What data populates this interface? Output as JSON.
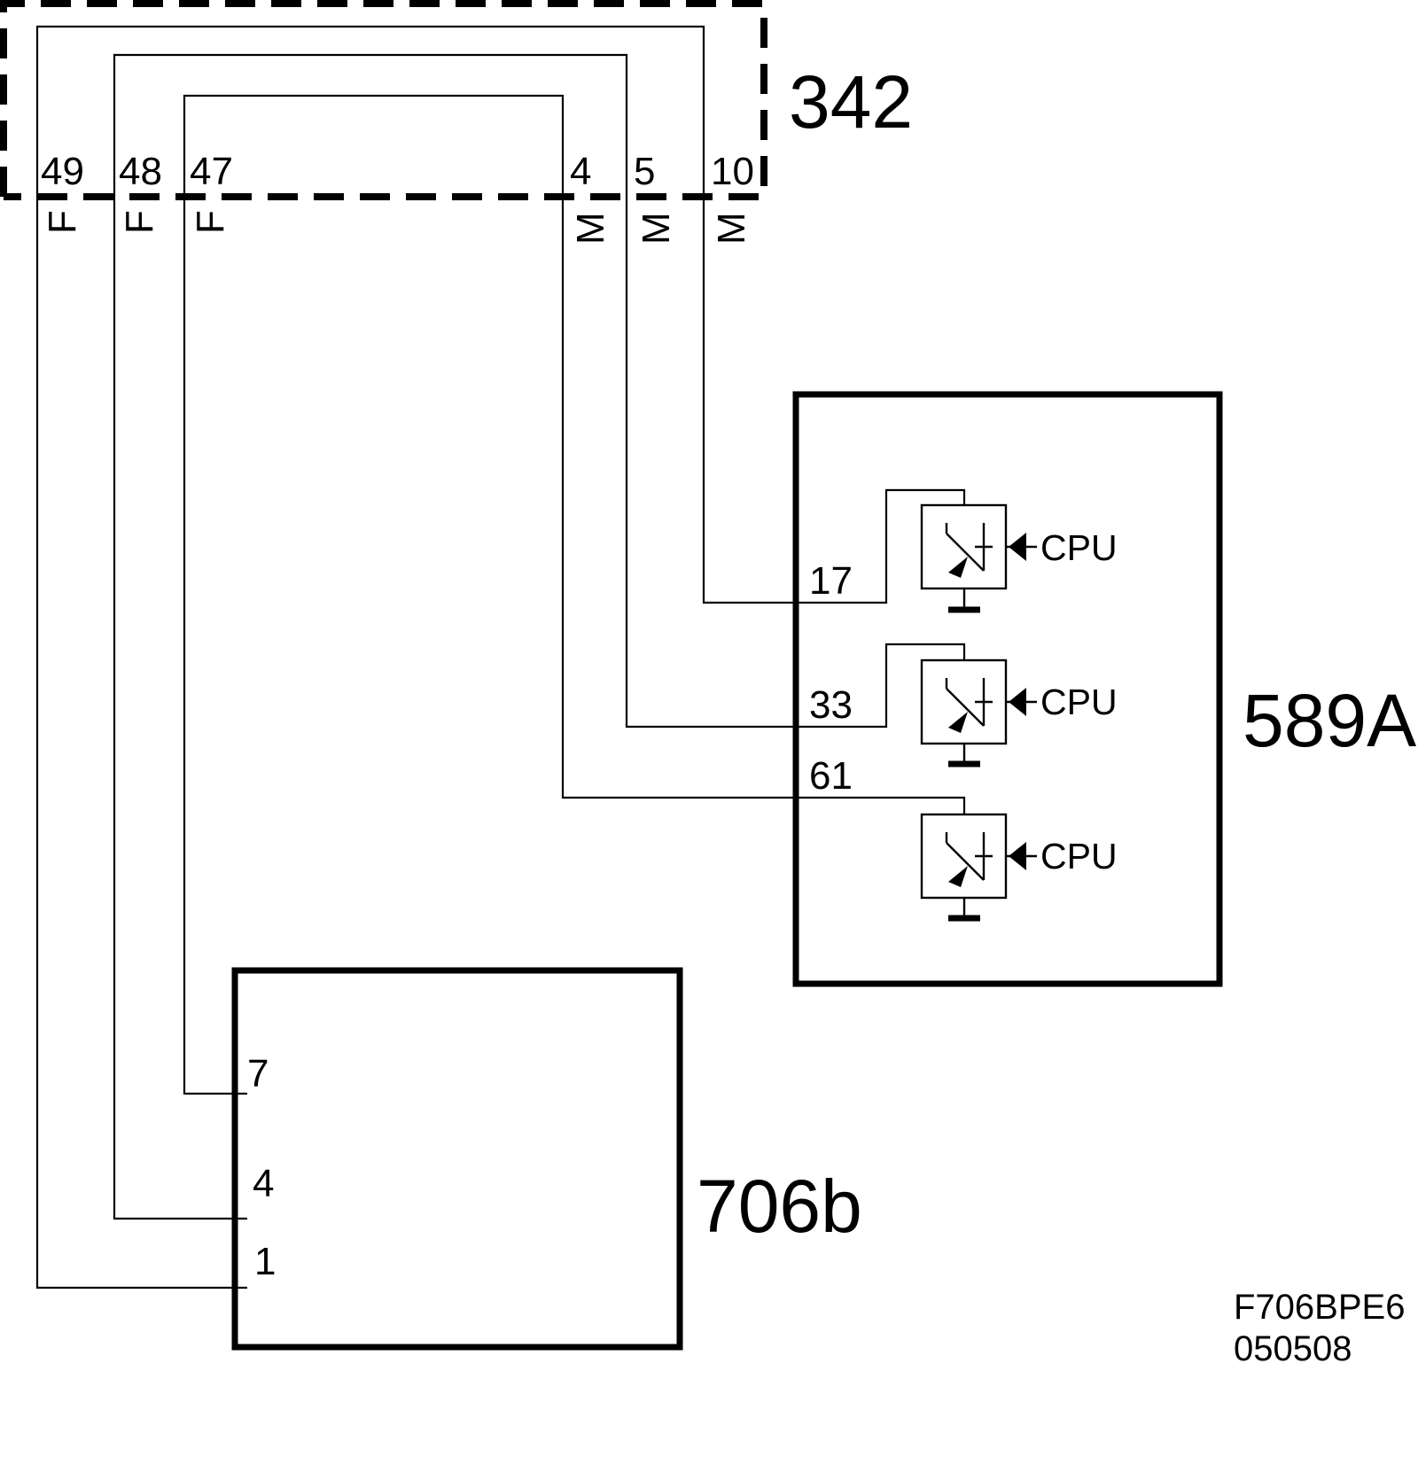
{
  "components": {
    "connector": {
      "label": "342"
    },
    "module_a": {
      "label": "589A"
    },
    "module_b": {
      "label": "706b"
    }
  },
  "connector_pins": [
    {
      "number": "49",
      "gender": "F"
    },
    {
      "number": "48",
      "gender": "F"
    },
    {
      "number": "47",
      "gender": "F"
    },
    {
      "number": "4",
      "gender": "M"
    },
    {
      "number": "5",
      "gender": "M"
    },
    {
      "number": "10",
      "gender": "M"
    }
  ],
  "module_a_pins": [
    "17",
    "33",
    "61"
  ],
  "module_a_drivers": [
    {
      "label": "CPU"
    },
    {
      "label": "CPU"
    },
    {
      "label": "CPU"
    }
  ],
  "module_b_pins": [
    "7",
    "4",
    "1"
  ],
  "footer": {
    "code": "F706BPE6",
    "date": "050508"
  },
  "colors": {
    "ink": "#000000",
    "background": "#ffffff"
  }
}
